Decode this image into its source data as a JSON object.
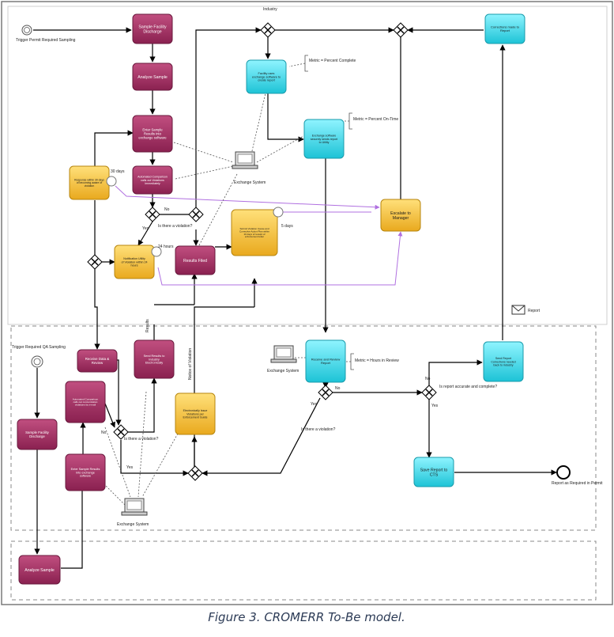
{
  "top_label": "Industry",
  "caption": "Figure 3. CROMERR To-Be model.",
  "colors": {
    "industry_task": "#9e2e5e",
    "utility_task": "#f2b92d",
    "agency_task": "#37d6e6",
    "flow": "#000000",
    "association": "#b070e0"
  },
  "events": {
    "start_permit": "Trigger Permit Required Sampling",
    "start_qa": "Trigger Required QA Sampling",
    "end": "Report as Required in Permit"
  },
  "tasks": {
    "sample_facility_1": "Sample Facility Discharge",
    "analyze_sample_1": "Analyze Sample",
    "enter_results_1": "Enter Sample Results into exchange software",
    "auto_compare_1": "Automated Comparison calls out Violations Immediately",
    "response_30": "Response within 30 days of becoming aware of violation",
    "notification_24": "Notification Utility of Violation within 24 hours",
    "results_filed": "Results Filed",
    "submit_cap": "Submit Violation Cause and Corrective Action Plan within 10 days of receipt of enforcement letter",
    "facility_uses": "Facility uses exchange software to create report",
    "exchange_sends": "Exchange software securely sends report to Utility",
    "escalate": "Escalate to Manager",
    "corrections": "Corrections made to Report",
    "receive_review_report": "Receive and Review Report",
    "send_report_corrections": "Send Report Corrections needed back to industry",
    "save_report": "Save Report to CTS",
    "receive_check": "Receive Data & Review",
    "send_results": "Send Results to Industry Electronically",
    "auto_compare_2": "Automated Comparison calls out concentration violations by e-mail",
    "issue_violations": "Electronically Issue Violations per Enforcement Guide",
    "enter_results_2": "Enter Sample Results into exchange software",
    "sample_facility_2": "Sample Facility Discharge",
    "analyze_sample_2": "Analyze Sample"
  },
  "annotations": {
    "metric_complete": "Metric = Percent Complete",
    "metric_on_time": "Metric = Percent On-Time",
    "metric_hours": "Metric = Hours in Review"
  },
  "systems": {
    "exchange_1": "Exchange System",
    "exchange_2": "Exchange System",
    "exchange_3": "Exchange System"
  },
  "gateways": {
    "is_violation_1": "Is there a violation?",
    "is_violation_2": "Is there a violation?",
    "is_violation_3": "Is there a violation?",
    "is_accurate": "Is report accurate and complete?"
  },
  "edge_labels": {
    "no_1": "No",
    "yes_1": "Yes",
    "days_30": "30 days",
    "days_5": "5 days",
    "days_notify": "24 hours",
    "report_msg": "Report",
    "no_2": "No",
    "yes_2": "Yes",
    "no_3": "No",
    "yes_3": "Yes",
    "no_4": "No",
    "yes_4": "Yes",
    "results": "Results",
    "notice": "Notice of Violation"
  }
}
